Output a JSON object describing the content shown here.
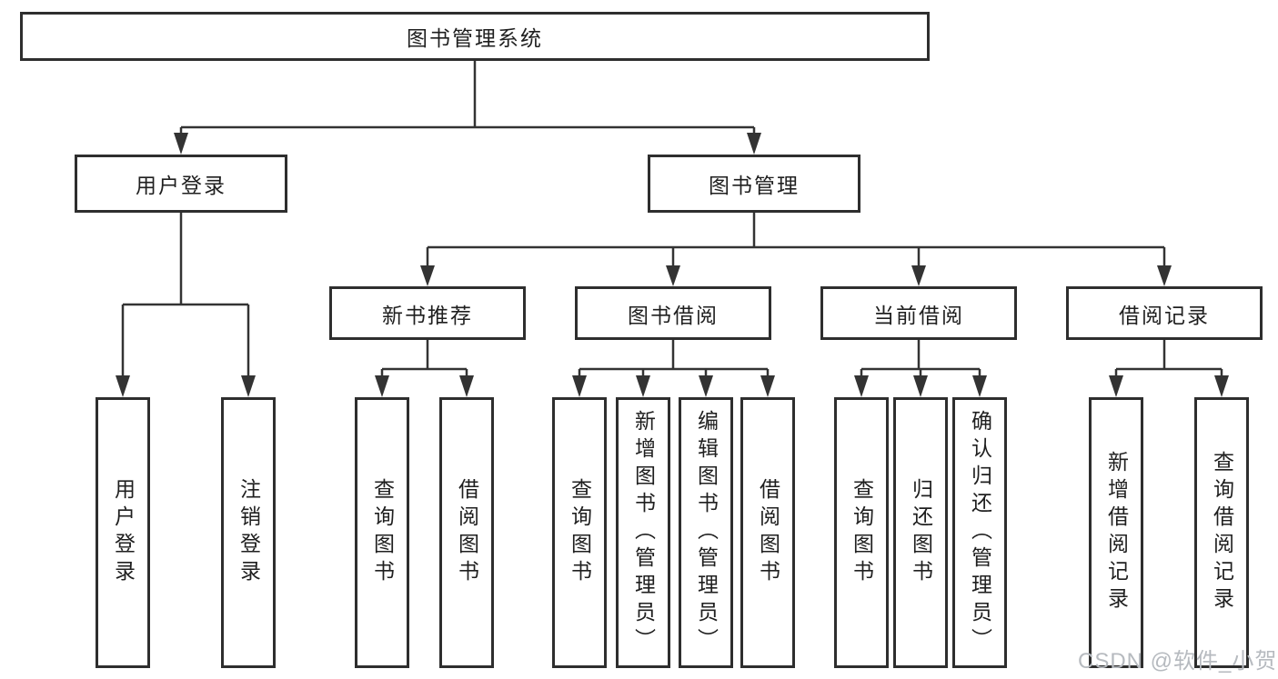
{
  "tree": {
    "root": {
      "label": "图书管理系统",
      "children": [
        {
          "label": "用户登录",
          "children": [
            {
              "label": "用户登录"
            },
            {
              "label": "注销登录"
            }
          ]
        },
        {
          "label": "图书管理",
          "children": [
            {
              "label": "新书推荐",
              "children": [
                {
                  "label": "查询图书"
                },
                {
                  "label": "借阅图书"
                }
              ]
            },
            {
              "label": "图书借阅",
              "children": [
                {
                  "label": "查询图书"
                },
                {
                  "label": "新增图书（管理员）"
                },
                {
                  "label": "编辑图书（管理员）"
                },
                {
                  "label": "借阅图书"
                }
              ]
            },
            {
              "label": "当前借阅",
              "children": [
                {
                  "label": "查询图书"
                },
                {
                  "label": "归还图书"
                },
                {
                  "label": "确认归还（管理员）"
                }
              ]
            },
            {
              "label": "借阅记录",
              "children": [
                {
                  "label": "新增借阅记录"
                },
                {
                  "label": "查询借阅记录"
                }
              ]
            }
          ]
        }
      ]
    }
  },
  "watermark": {
    "text": "CSDN @软件_小贺同学"
  },
  "colors": {
    "line": "#333333",
    "box_border": "#2e2e2e",
    "box_fill": "#ffffff",
    "text": "#1f1f1f",
    "watermark": "#b6babf"
  }
}
